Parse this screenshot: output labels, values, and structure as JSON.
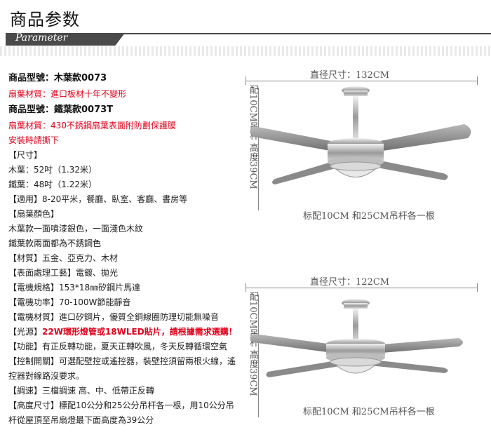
{
  "header": {
    "title": "商品参数",
    "subtitle": "Parameter"
  },
  "specs": {
    "lines": [
      "商品型號：木葉款0073",
      "扇葉材質：進口板材十年不變形",
      "商品型號：鐵葉款0073T",
      "扇葉材質：430不銹鋼扇葉表面附防劃保護膜",
      "安裝時請撕下",
      "【尺寸】",
      "木葉：52吋（1.32米）",
      "鐵葉：48吋（1.22米）",
      "【適用】8-20平米，餐廳、臥室、客廳、書房等",
      "【扇葉顏色】",
      "木葉款一面噴漆銀色，一面淺色木紋",
      "鐵葉款兩面都為不銹鋼色",
      "【材質】五金、亞克力、木材",
      "【表面處理工藝】電鍍、拋光",
      "【電機規格】153*18㎜矽鋼片馬達",
      "【電機功率】70-100W節能靜音",
      "【電機材質】進口矽鋼片，優質全銅線圈防理切能無噪音",
      "【光源】",
      "22W環形燈管或18WLED貼片，請根據需求選購！",
      "【功能】有正反轉功能，夏天正轉吹風，冬天反轉循環空氣",
      "【控制開關】可選配壁控或遙控器，裝壁控須留兩根火線，遙",
      "控器對線路沒要求。",
      "【調速】三檔調速 高、中、低帶正反轉",
      "【高度尺寸】標配10公分和25公分吊杆各一根，用10公分吊",
      "杆從屋頂至吊扇燈最下面高度為39公分"
    ]
  },
  "product1": {
    "dimension": "直径尺寸：132CM",
    "vertical": "配10CM吊杆 高度39CM",
    "caption": "标配10CM 和25CM吊杆各一根"
  },
  "product2": {
    "dimension": "直径尺寸：122CM",
    "vertical": "配10CM吊杆 高度39CM",
    "caption": "标配10CM 和25CM吊杆各一根"
  },
  "colors": {
    "accent_red": "#e0001b",
    "header_bar": "#4a4a4a"
  }
}
